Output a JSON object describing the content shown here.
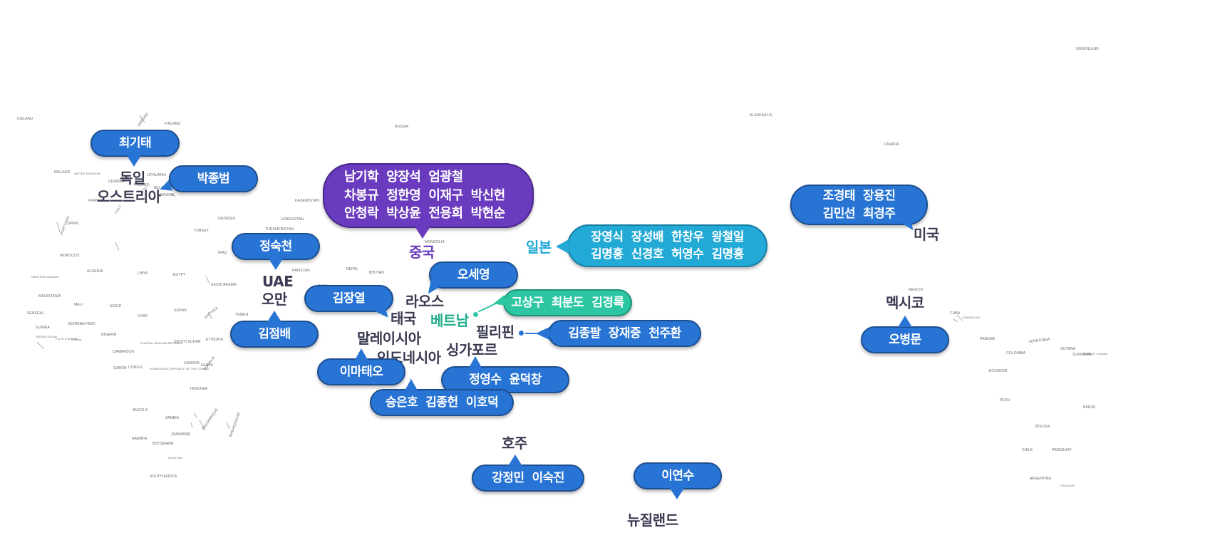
{
  "colors": {
    "blue": "#2874d4",
    "blue_border": "#1d4e8f",
    "purple": "#6a3bbe",
    "purple_border": "#48268a",
    "cyan": "#22a9d6",
    "cyan_border": "#177ea3",
    "teal": "#2cc7a2",
    "teal_border": "#1f9177",
    "label": "#3a3a52"
  },
  "base_map_labels": [
    "ICELAND",
    "SWEDEN",
    "FINLAND",
    "RUSSIA",
    "IRELAND",
    "UNITED KINGDOM",
    "GERMANY",
    "FRANCE",
    "SPAIN",
    "PORTUGAL",
    "ITALY",
    "POLAND",
    "UKRAINE",
    "BELARUS",
    "LITHUANIA",
    "TURKEY",
    "GEORGIA",
    "KAZAKHSTAN",
    "UZBEKISTAN",
    "TURKMENISTAN",
    "MOROCCO",
    "ALGERIA",
    "LIBYA",
    "EGYPT",
    "IRAN",
    "IRAQ",
    "AFGHANISTAN",
    "PAKISTAN",
    "SAUDI ARABIA",
    "YEMEN",
    "NEPAL",
    "BHUTAN",
    "INDIA",
    "MONGOLIA",
    "ALASKA(U.S)",
    "CANADA",
    "GREENLAND",
    "WESTERN SAHARA",
    "MAURITANIA",
    "MALI",
    "NIGER",
    "CHAD",
    "SUDAN",
    "ERITREA",
    "ETHIOPIA",
    "SENEGAL",
    "GUINEA",
    "SIERRA LEONE",
    "COTE D'IVOIRE",
    "GHANA",
    "BURKINA FASO",
    "NIGERIA",
    "CAMEROON",
    "CENTRAL AFRICAN REPUBLIC",
    "SOUTH SUDAN",
    "SOMALIA",
    "KENYA",
    "GABON",
    "CONGO",
    "DEMOCRATIC REPUBLIC OF THE CONGO",
    "UGANDA",
    "TANZANIA",
    "ANGOLA",
    "ZAMBIA",
    "ZIMBABWE",
    "MOZAMBIQUE",
    "NAMIBIA",
    "BOTSWANA",
    "MADAGASCAR",
    "SOUTH AFRICA",
    "LESOTHO",
    "MEXICO",
    "CUBA",
    "DOMINICAN",
    "PANAMA",
    "VENEZUELA",
    "GUYANA",
    "SURINAME",
    "FRENCH GUIANA",
    "COLOMBIA",
    "ECUADOR",
    "PERU",
    "BARZIL",
    "BOLIVIA",
    "CHILE",
    "PARAGUAY",
    "ARGENTINA",
    "URUGUAY"
  ],
  "countries": {
    "germany": "독일",
    "austria": "오스트리아",
    "uae": "UAE",
    "oman": "오만",
    "china": "중국",
    "japan": "일본",
    "laos": "라오스",
    "thailand": "태국",
    "vietnam": "베트남",
    "philippines": "필리핀",
    "malaysia": "말레이시아",
    "indonesia": "인도네시아",
    "singapore": "싱가포르",
    "australia": "호주",
    "new_zealand": "뉴질랜드",
    "usa": "미국",
    "mexico": "멕시코"
  },
  "bubbles": {
    "germany": [
      "최기태"
    ],
    "austria": [
      "박종범"
    ],
    "uae": [
      "정숙천"
    ],
    "oman": [
      "김점배"
    ],
    "china": [
      [
        "남기학",
        "양장석",
        "엄광철"
      ],
      [
        "차봉규",
        "정한영",
        "이재구",
        "박신헌"
      ],
      [
        "안청락",
        "박상윤",
        "전용희",
        "박현순"
      ]
    ],
    "japan": [
      [
        "장영식",
        "장성배",
        "한창우",
        "왕철일"
      ],
      [
        "김명홍",
        "신경호",
        "허영수",
        "김명홍"
      ]
    ],
    "laos": [
      "오세영"
    ],
    "thailand": [
      "김장열"
    ],
    "vietnam": [
      "고상구",
      "최분도",
      "김경록"
    ],
    "philippines": [
      "김종팔",
      "장재중",
      "천주환"
    ],
    "malaysia": [
      "이마태오"
    ],
    "singapore": [
      "정영수",
      "윤덕창"
    ],
    "indonesia": [
      "승은호",
      "김종헌",
      "이호덕"
    ],
    "australia": [
      "강정민",
      "이숙진"
    ],
    "new_zealand": [
      "이연수"
    ],
    "usa": [
      [
        "조경태",
        "장용진"
      ],
      [
        "김민선",
        "최경주"
      ]
    ],
    "mexico": [
      "오병문"
    ]
  }
}
